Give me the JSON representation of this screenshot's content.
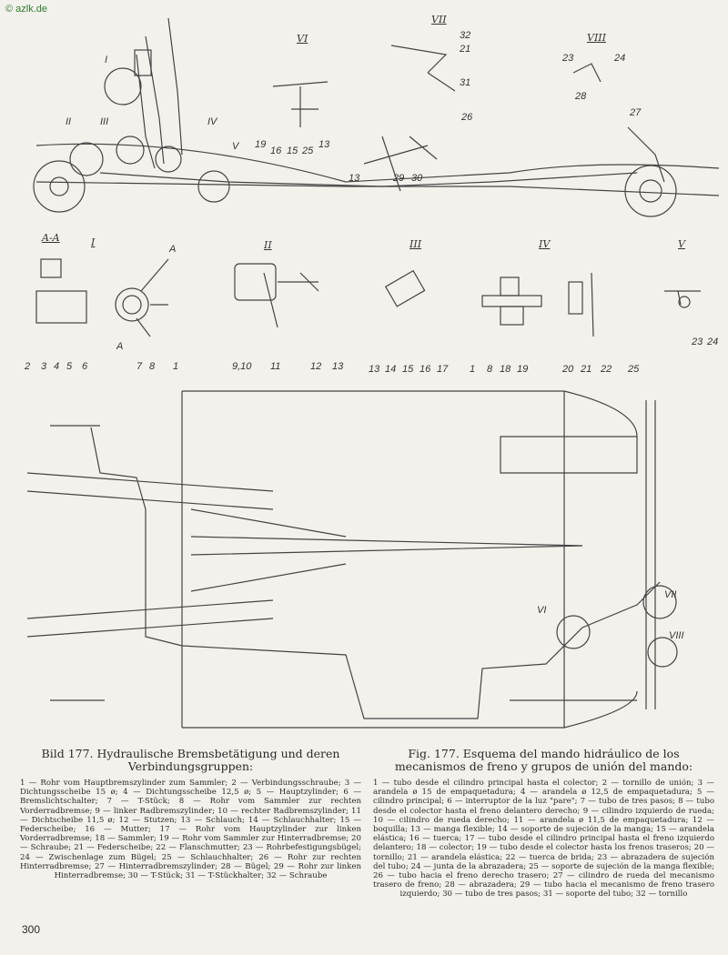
{
  "watermark": "© azlk.de",
  "top_diagram": {
    "group_labels": [
      "I",
      "II",
      "III",
      "IV",
      "V",
      "VI",
      "VII",
      "VIII"
    ],
    "callouts": {
      "vi": [
        "19",
        "16",
        "15",
        "25",
        "13"
      ],
      "vii": [
        "32",
        "21",
        "31"
      ],
      "viii": [
        "23",
        "24",
        "28"
      ],
      "other": [
        "26",
        "13",
        "29",
        "30",
        "27"
      ]
    }
  },
  "details": {
    "section_aa": {
      "title": "A-A",
      "callouts": [
        "2",
        "3",
        "4",
        "5",
        "6"
      ]
    },
    "detail_i": {
      "title": "I",
      "callouts": [
        "7",
        "8",
        "1"
      ],
      "cut_marks": [
        "A",
        "A"
      ]
    },
    "detail_ii": {
      "title": "II",
      "callouts": [
        "9,10",
        "11",
        "12",
        "13"
      ]
    },
    "detail_iii": {
      "title": "III",
      "callouts": [
        "13",
        "14",
        "15",
        "16",
        "17"
      ]
    },
    "detail_iv": {
      "title": "IV",
      "callouts": [
        "1",
        "8",
        "18",
        "19",
        "20",
        "21",
        "22",
        "25"
      ]
    },
    "detail_v": {
      "title": "V",
      "callouts": [
        "23",
        "24"
      ]
    }
  },
  "plan_diagram": {
    "group_labels": [
      "VI",
      "VII",
      "VIII"
    ]
  },
  "caption_de": {
    "title": "Bild 177. Hydraulische Bremsbetätigung und deren Verbindungsgruppen:",
    "body": "1 — Rohr vom Hauptbremszylinder zum Sammler; 2 — Verbindungsschraube; 3 — Dichtungsscheibe 15 ø; 4 — Dichtungsscheibe 12,5 ø; 5 — Hauptzylinder; 6 — Bremslichtschalter; 7 — T-Stück; 8 — Rohr vom Sammler zur rechten Vorderradbremse; 9 — linker Radbremszylinder; 10 — rechter Radbremszylinder; 11 — Dichtscheibe 11,5 ø; 12 — Stutzen; 13 — Schlauch; 14 — Schlauchhalter; 15 — Federscheibe; 16 — Mutter; 17 — Rohr vom Hauptzylinder zur linken Vorderradbremse; 18 — Sammler; 19 — Rohr vom Sammler zur Hinterradbremse; 20 — Schraube; 21 — Federscheibe; 22 — Flanschmutter; 23 — Rohrbefestigungsbügel; 24 — Zwischenlage zum Bügel; 25 — Schlauchhalter; 26 — Rohr zur rechten Hinterradbremse; 27 — Hinterradbremszylinder; 28 — Bügel; 29 — Rohr zur linken Hinterradbremse; 30 — T-Stück; 31 — T-Stückhalter; 32 — Schraube"
  },
  "caption_es": {
    "title": "Fig. 177. Esquema del mando hidráulico de los mecanismos de freno y grupos de unión del mando:",
    "body": "1 — tubo desde el cilindro principal hasta el colector; 2 — tornillo de unión; 3 — arandela ø 15 de empaquetadura; 4 — arandela ø 12,5 de empaquetadura; 5 — cilindro principal; 6 — interruptor de la luz \"pare\"; 7 — tubo de tres pasos; 8 — tubo desde el colector hasta el freno delantero derecho; 9 — cilindro izquierdo de rueda; 10 — cilindro de rueda derecho; 11 — arandela ø 11,5 de empaquetadura; 12 — boquilla; 13 — manga flexible; 14 — soporte de sujeción de la manga; 15 — arandela elástica; 16 — tuerca; 17 — tubo desde el cilindro principal hasta el freno izquierdo delantero; 18 — colector; 19 — tubo desde el colector hasta los frenos traseros; 20 — tornillo; 21 — arandela elástica; 22 — tuerca de brida; 23 — abrazadera de sujeción del tubo; 24 — junta de la abrazadera; 25 — soporte de sujeción de la manga flexible; 26 — tubo hacia el freno derecho trasero; 27 — cilindro de rueda del mecanismo trasero de freno; 28 — abrazadera; 29 — tubo hacia el mecanismo de freno trasero izquierdo; 30 — tubo de tres pasos; 31 — soporte del tubo; 32 — tornillo"
  },
  "page_number": "300"
}
